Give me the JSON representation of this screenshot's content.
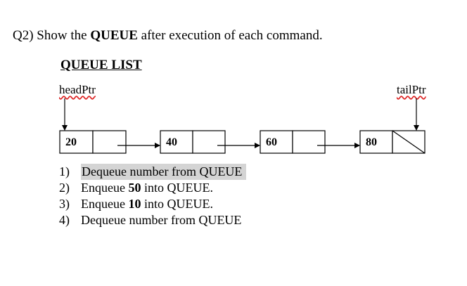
{
  "question": {
    "prefix": "Q2) Show the ",
    "bold": "QUEUE",
    "suffix": " after execution of each command."
  },
  "list_title": "QUEUE LIST",
  "head_pointer": "headPtr",
  "tail_pointer": "tailPtr",
  "nodes": [
    {
      "value": "20"
    },
    {
      "value": "40"
    },
    {
      "value": "60"
    },
    {
      "value": "80"
    }
  ],
  "commands": [
    {
      "num": "1)",
      "pre": "Dequeue number from QUEUE",
      "bold": "",
      "post": "",
      "highlighted": true
    },
    {
      "num": "2)",
      "pre": "Enqueue ",
      "bold": "50",
      "post": " into QUEUE.",
      "highlighted": false
    },
    {
      "num": "3)",
      "pre": "Enqueue ",
      "bold": "10",
      "post": " into QUEUE.",
      "highlighted": false
    },
    {
      "num": "4)",
      "pre": "Dequeue number from QUEUE",
      "bold": "",
      "post": "",
      "highlighted": false
    }
  ]
}
